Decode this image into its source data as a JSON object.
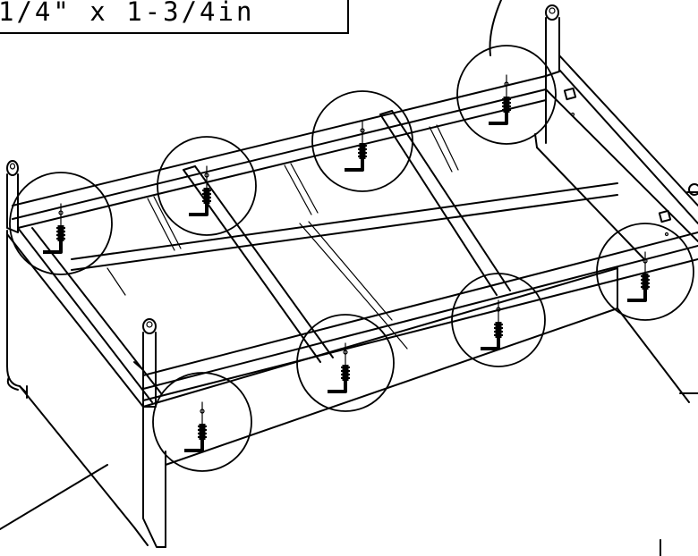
{
  "label": {
    "text": "1/4\" x 1-3/4in"
  },
  "colors": {
    "ink": "#000000",
    "paper": "#ffffff"
  },
  "callouts": [
    {
      "name": "detail-callout-left-front-corner"
    },
    {
      "name": "detail-callout-left-rear"
    },
    {
      "name": "detail-callout-center-rear"
    },
    {
      "name": "detail-callout-right-rear"
    },
    {
      "name": "detail-callout-right-corner"
    },
    {
      "name": "detail-callout-front-right"
    },
    {
      "name": "detail-callout-front-center"
    },
    {
      "name": "detail-callout-front-left"
    }
  ]
}
